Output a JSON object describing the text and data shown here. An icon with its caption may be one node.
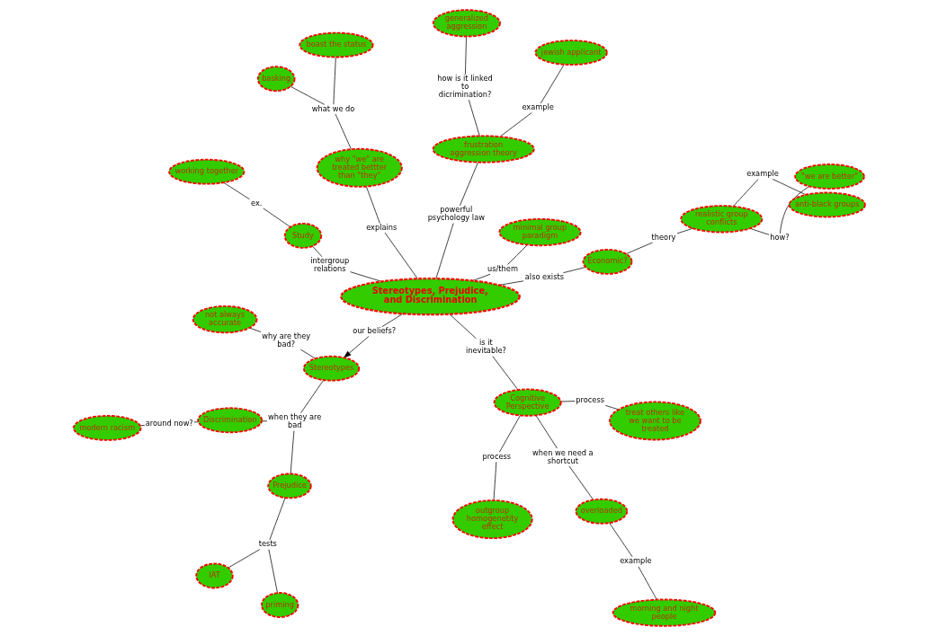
{
  "diagram": {
    "nodes": [
      {
        "text": [
          "not always accurate"
        ]
      },
      {
        "text": [
          "priming"
        ]
      },
      {
        "text": [
          "realistic group conflicts"
        ]
      },
      {
        "text": [
          "example"
        ]
      },
      {
        "text": [
          "anti-black groups"
        ]
      },
      {
        "text": [
          "why are they bad?"
        ]
      },
      {
        "text": [
          "tests"
        ]
      },
      {
        "text": [
          "Prejudice"
        ]
      },
      {
        "text": [
          "theory"
        ]
      },
      {
        "text": [
          "how?"
        ]
      },
      {
        "text": [
          "IAT"
        ]
      },
      {
        "text": [
          "when they are bad"
        ]
      },
      {
        "text": [
          "Stereotypes"
        ]
      },
      {
        "text": [
          "Economic?"
        ]
      },
      {
        "text": [
          "\"we are better\""
        ]
      },
      {
        "text": [
          "Discrimination"
        ]
      },
      {
        "text": [
          "our beliefs?"
        ]
      },
      {
        "text": [
          "also exists"
        ]
      },
      {
        "text": [
          "around now?"
        ]
      },
      {
        "text": [
          "working together"
        ]
      },
      {
        "text": [
          "ex."
        ]
      },
      {
        "text": [
          "Study"
        ]
      },
      {
        "text": [
          "intergroup relations"
        ]
      },
      {
        "text": [
          "modern racism"
        ]
      },
      {
        "text": [
          "Stereotypes, Prejudice, and Discrimination"
        ]
      },
      {
        "text": [
          "us/them"
        ]
      },
      {
        "text": [
          "minimal group paradigm"
        ]
      },
      {
        "text": [
          "explains"
        ]
      },
      {
        "text": [
          "powerful psychology law"
        ]
      },
      {
        "text": [
          "outgroup homogenetity effect"
        ]
      },
      {
        "text": [
          "why \"we\" are treated bettter than \"they\""
        ]
      },
      {
        "text": [
          "is it inevitable?"
        ]
      },
      {
        "text": [
          "process"
        ]
      },
      {
        "text": [
          "frustration aggression theory"
        ]
      },
      {
        "text": [
          "example"
        ]
      },
      {
        "text": [
          "what we do"
        ]
      },
      {
        "text": [
          "jewish applicant"
        ]
      },
      {
        "text": [
          "Cognitive Perspective"
        ]
      },
      {
        "text": [
          "how is it linked to dicrimination?"
        ]
      },
      {
        "text": [
          "process"
        ]
      },
      {
        "text": [
          "boast the status"
        ]
      },
      {
        "text": [
          "basking"
        ]
      },
      {
        "text": [
          "when we need a shortcut"
        ]
      },
      {
        "text": [
          "generalized aggression"
        ]
      },
      {
        "text": [
          "treat others like we want to be treated"
        ]
      },
      {
        "text": [
          "morning and night people"
        ]
      },
      {
        "text": [
          "example"
        ]
      },
      {
        "text": [
          "overloaded"
        ]
      }
    ],
    "edges": [
      {
        "from": 24,
        "to": 16,
        "arrow": "none"
      },
      {
        "from": 16,
        "to": 12,
        "arrow": "to"
      },
      {
        "from": 12,
        "to": 5,
        "arrow": "none"
      },
      {
        "from": 5,
        "to": 0,
        "arrow": "none"
      },
      {
        "from": 12,
        "to": 11,
        "arrow": "none"
      },
      {
        "from": 11,
        "to": 7,
        "arrow": "none"
      },
      {
        "from": 11,
        "to": 15,
        "arrow": "none"
      },
      {
        "from": 7,
        "to": 6,
        "arrow": "none"
      },
      {
        "from": 6,
        "to": 1,
        "arrow": "none"
      },
      {
        "from": 6,
        "to": 10,
        "arrow": "none"
      },
      {
        "from": 15,
        "to": 18,
        "arrow": "none"
      },
      {
        "from": 18,
        "to": 23,
        "arrow": "none"
      },
      {
        "from": 24,
        "to": 17,
        "arrow": "none"
      },
      {
        "from": 17,
        "to": 13,
        "arrow": "none"
      },
      {
        "from": 13,
        "to": 8,
        "arrow": "none"
      },
      {
        "from": 8,
        "to": 2,
        "arrow": "none"
      },
      {
        "from": 2,
        "to": 3,
        "arrow": "none"
      },
      {
        "from": 3,
        "to": 4,
        "arrow": "none"
      },
      {
        "from": 2,
        "to": 9,
        "arrow": "none"
      },
      {
        "from": 9,
        "to": 14,
        "arrow": "none"
      },
      {
        "from": 24,
        "to": 22,
        "arrow": "none"
      },
      {
        "from": 22,
        "to": 21,
        "arrow": "none"
      },
      {
        "from": 21,
        "to": 20,
        "arrow": "none"
      },
      {
        "from": 20,
        "to": 19,
        "arrow": "none"
      },
      {
        "from": 24,
        "to": 25,
        "arrow": "none"
      },
      {
        "from": 25,
        "to": 26,
        "arrow": "none"
      },
      {
        "from": 24,
        "to": 27,
        "arrow": "none"
      },
      {
        "from": 27,
        "to": 30,
        "arrow": "none"
      },
      {
        "from": 30,
        "to": 35,
        "arrow": "none"
      },
      {
        "from": 35,
        "to": 40,
        "arrow": "none"
      },
      {
        "from": 35,
        "to": 41,
        "arrow": "none"
      },
      {
        "from": 24,
        "to": 28,
        "arrow": "none"
      },
      {
        "from": 28,
        "to": 33,
        "arrow": "none"
      },
      {
        "from": 33,
        "to": 34,
        "arrow": "none"
      },
      {
        "from": 34,
        "to": 36,
        "arrow": "none"
      },
      {
        "from": 33,
        "to": 38,
        "arrow": "none"
      },
      {
        "from": 38,
        "to": 43,
        "arrow": "none"
      },
      {
        "from": 24,
        "to": 31,
        "arrow": "none"
      },
      {
        "from": 31,
        "to": 37,
        "arrow": "none"
      },
      {
        "from": 37,
        "to": 32,
        "arrow": "none"
      },
      {
        "from": 32,
        "to": 29,
        "arrow": "none"
      },
      {
        "from": 37,
        "to": 39,
        "arrow": "none"
      },
      {
        "from": 39,
        "to": 44,
        "arrow": "none"
      },
      {
        "from": 37,
        "to": 42,
        "arrow": "none"
      },
      {
        "from": 42,
        "to": 47,
        "arrow": "none"
      },
      {
        "from": 47,
        "to": 46,
        "arrow": "none"
      },
      {
        "from": 46,
        "to": 45,
        "arrow": "none"
      }
    ]
  }
}
